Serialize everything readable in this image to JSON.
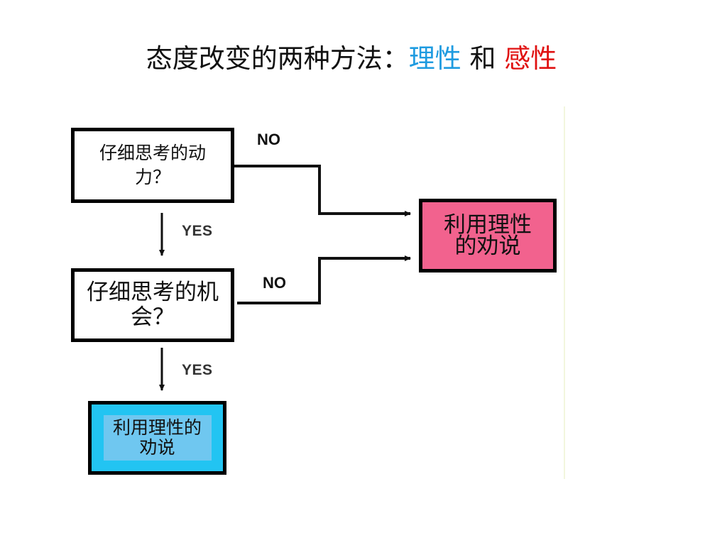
{
  "title": {
    "prefix": "态度改变的两种方法：",
    "rational": "理性",
    "conjunction": " 和 ",
    "emotional": "感性"
  },
  "nodes": {
    "motivation": "仔细思考的动力？",
    "opportunity": "仔细思考的机会？",
    "pink_box": "利用理性的劝说",
    "blue_box": "利用理性的劝说"
  },
  "labels": {
    "no_top": "NO",
    "no_bottom": "NO",
    "yes_top": "YES",
    "yes_bottom": "YES"
  },
  "colors": {
    "rational": "#1e9be0",
    "emotional": "#e01010",
    "pink_box": "#f2628e",
    "blue_box": "#22c4f2"
  }
}
